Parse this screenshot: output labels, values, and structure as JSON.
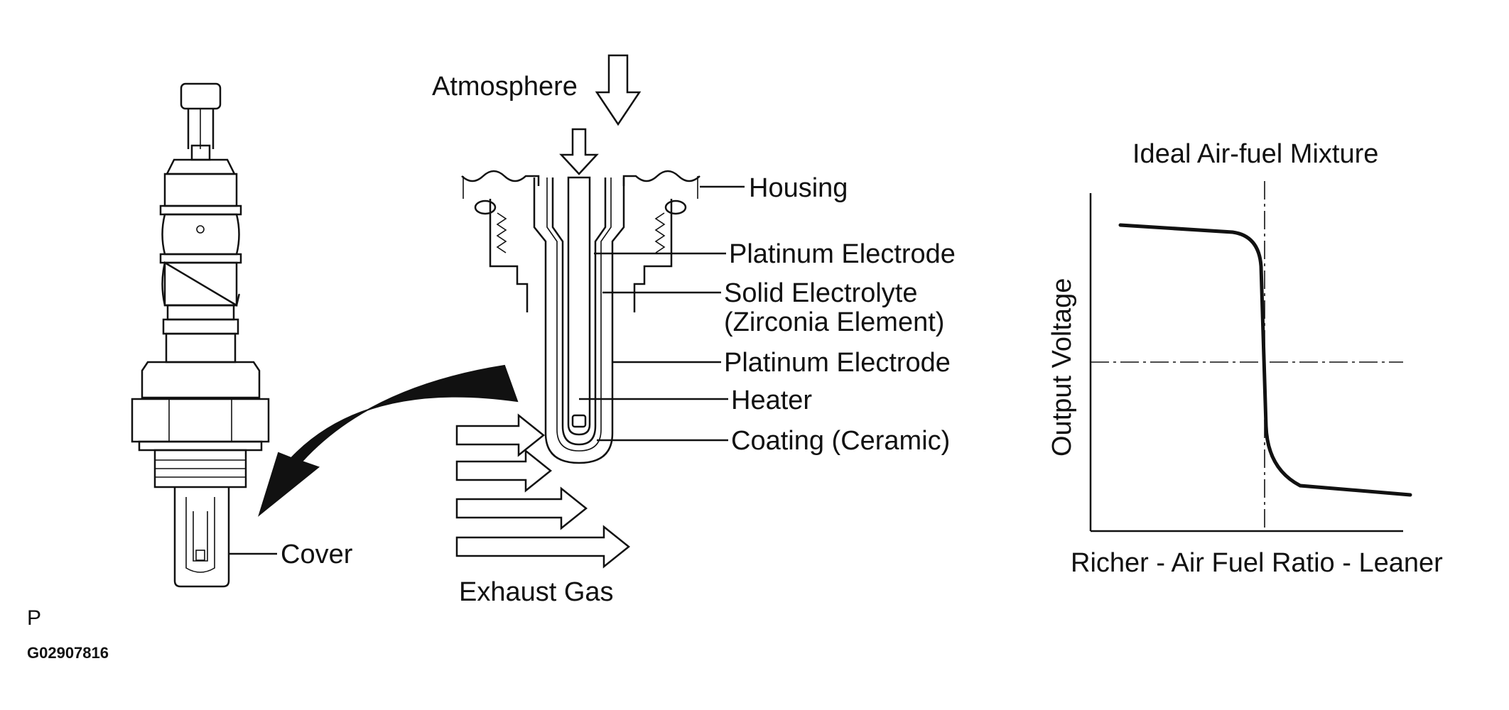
{
  "sensor_diagram": {
    "labels": {
      "atmosphere": "Atmosphere",
      "housing": "Housing",
      "platinum_electrode_outer": "Platinum Electrode",
      "solid_electrolyte_line1": "Solid Electrolyte",
      "solid_electrolyte_line2": "(Zirconia Element)",
      "platinum_electrode_inner": "Platinum Electrode",
      "heater": "Heater",
      "coating": "Coating (Ceramic)",
      "cover": "Cover",
      "exhaust_gas": "Exhaust Gas"
    }
  },
  "graph": {
    "title": "Ideal Air-fuel Mixture",
    "ylabel": "Output Voltage",
    "xlabel": "Richer - Air Fuel Ratio - Leaner"
  },
  "figure_codes": {
    "letter": "P",
    "id": "G02907816"
  }
}
